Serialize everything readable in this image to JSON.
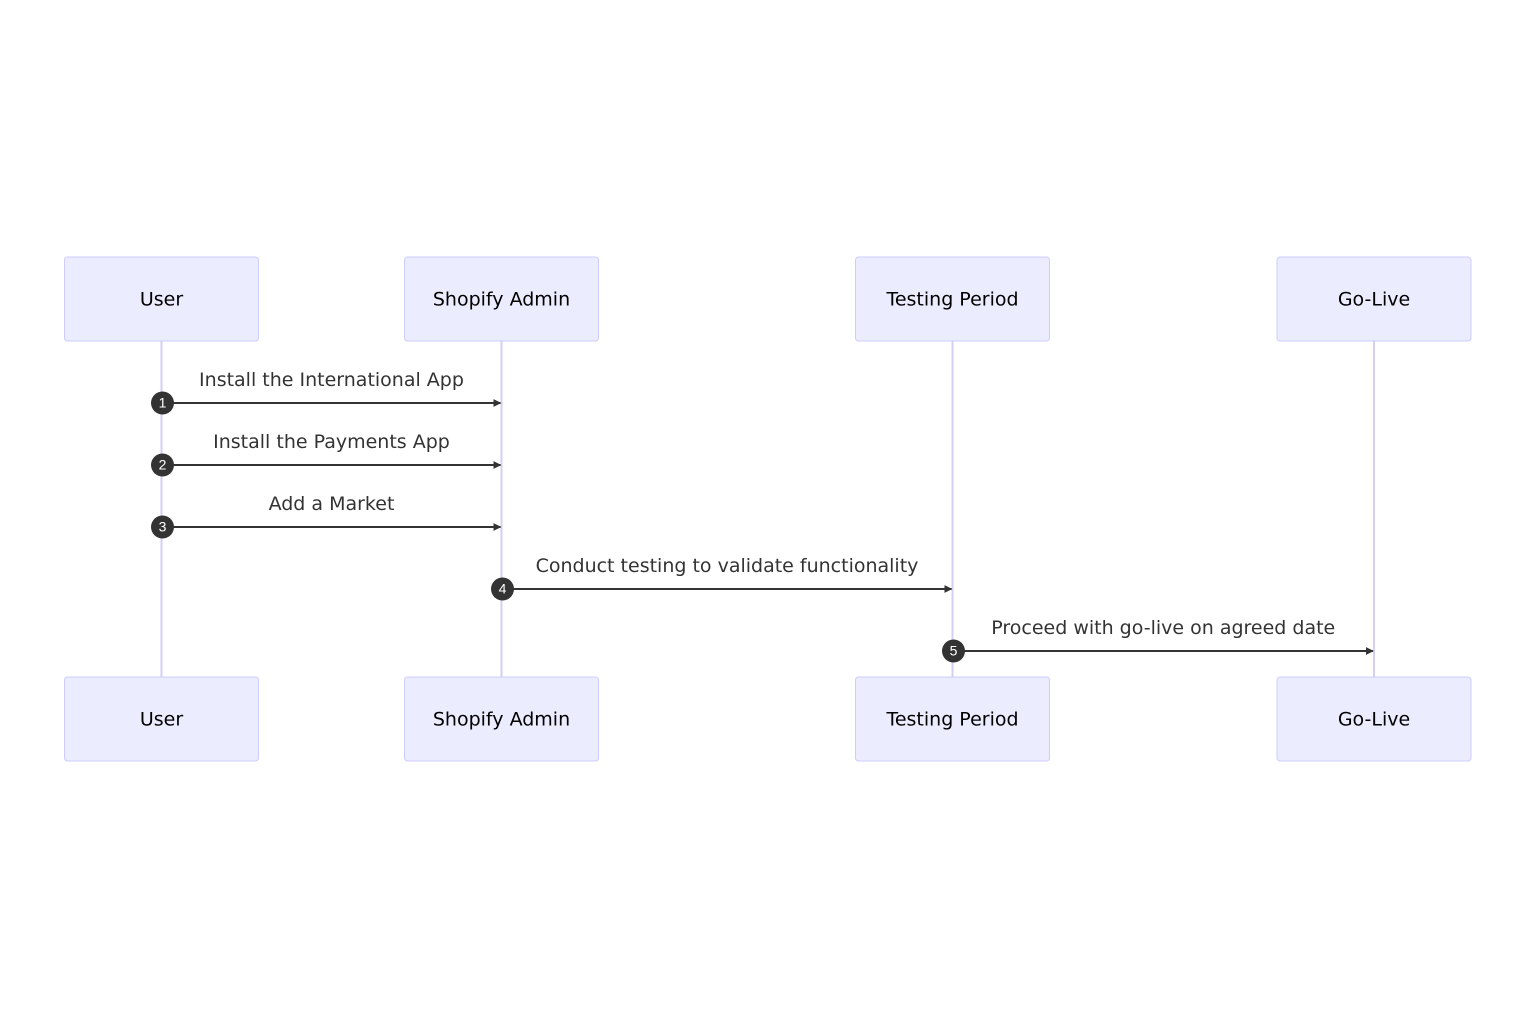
{
  "diagram": {
    "type": "sequence",
    "participants": [
      "User",
      "Shopify Admin",
      "Testing Period",
      "Go-Live"
    ],
    "messages": [
      {
        "number": "1",
        "from": 0,
        "to": 1,
        "label": "Install the International App"
      },
      {
        "number": "2",
        "from": 0,
        "to": 1,
        "label": "Install the Payments App"
      },
      {
        "number": "3",
        "from": 0,
        "to": 1,
        "label": "Add a Market"
      },
      {
        "number": "4",
        "from": 1,
        "to": 2,
        "label": "Conduct testing to validate functionality"
      },
      {
        "number": "5",
        "from": 2,
        "to": 3,
        "label": "Proceed with go-live on agreed date"
      }
    ]
  },
  "colors": {
    "actor_fill": "#ECECFF",
    "actor_stroke": "#CCCCFF",
    "lifeline": "#D3CFF3",
    "message": "#333333",
    "text": "#000000"
  }
}
